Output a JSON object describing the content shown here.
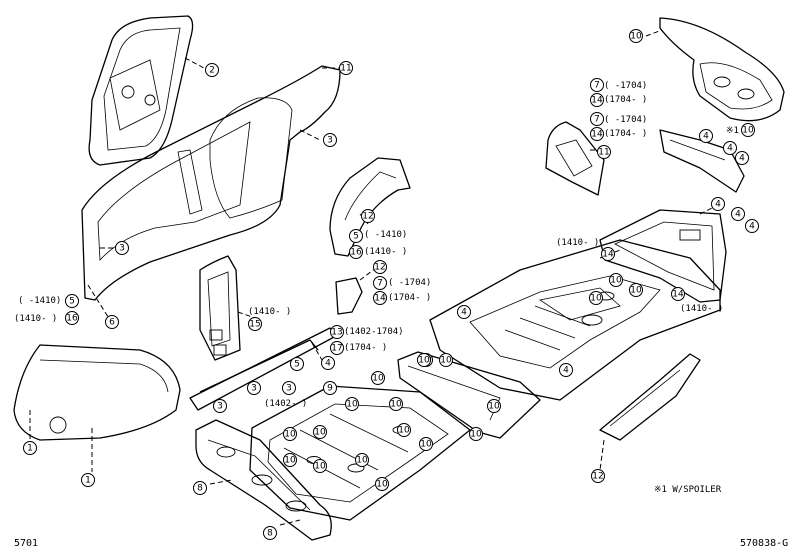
{
  "callouts": [
    {
      "id": "door-rear-panel",
      "num": "2"
    },
    {
      "id": "roof-side-rail",
      "num": "11"
    },
    {
      "id": "side-quarter-3a",
      "num": "3"
    },
    {
      "id": "side-lower-3b",
      "num": "3"
    },
    {
      "id": "side-6",
      "num": "6"
    },
    {
      "id": "side-5a",
      "num": "5"
    },
    {
      "id": "side-16a",
      "num": "16"
    },
    {
      "id": "pillar-15",
      "num": "15"
    },
    {
      "id": "pillar-12a",
      "num": "12"
    },
    {
      "id": "pillar-5b",
      "num": "5"
    },
    {
      "id": "pillar-16b",
      "num": "16"
    },
    {
      "id": "bracket-12b",
      "num": "12"
    },
    {
      "id": "bracket-7a",
      "num": "7"
    },
    {
      "id": "bracket-14a",
      "num": "14"
    },
    {
      "id": "sill-13",
      "num": "13"
    },
    {
      "id": "sill-17",
      "num": "17"
    },
    {
      "id": "sill-5c",
      "num": "5"
    },
    {
      "id": "sill-4a",
      "num": "4"
    },
    {
      "id": "sill-3c",
      "num": "3"
    },
    {
      "id": "sill-3d",
      "num": "3"
    },
    {
      "id": "sill-3e",
      "num": "3"
    },
    {
      "id": "hood-1a",
      "num": "1"
    },
    {
      "id": "hood-1b",
      "num": "1"
    },
    {
      "id": "floor-9",
      "num": "9"
    },
    {
      "id": "floor-10a",
      "num": "10"
    },
    {
      "id": "floor-10b",
      "num": "10"
    },
    {
      "id": "floor-10c",
      "num": "10"
    },
    {
      "id": "floor-10d",
      "num": "10"
    },
    {
      "id": "floor-10e",
      "num": "10"
    },
    {
      "id": "floor-10f",
      "num": "10"
    },
    {
      "id": "floor-10g",
      "num": "10"
    },
    {
      "id": "floor-10h",
      "num": "10"
    },
    {
      "id": "floor-10i",
      "num": "10"
    },
    {
      "id": "floor-10j",
      "num": "10"
    },
    {
      "id": "floor-10k",
      "num": "10"
    },
    {
      "id": "floor-10l",
      "num": "10"
    },
    {
      "id": "floor-10m",
      "num": "10"
    },
    {
      "id": "dash-8a",
      "num": "8"
    },
    {
      "id": "dash-8b",
      "num": "8"
    },
    {
      "id": "trunk-10",
      "num": "10"
    },
    {
      "id": "trunk-10w",
      "num": "10"
    },
    {
      "id": "rear-7a",
      "num": "7"
    },
    {
      "id": "rear-14a",
      "num": "14"
    },
    {
      "id": "rear-7b",
      "num": "7"
    },
    {
      "id": "rear-14b",
      "num": "14"
    },
    {
      "id": "rear-11",
      "num": "11"
    },
    {
      "id": "rear-4a",
      "num": "4"
    },
    {
      "id": "rear-4b",
      "num": "4"
    },
    {
      "id": "rear-4c",
      "num": "4"
    },
    {
      "id": "rear-4d",
      "num": "4"
    },
    {
      "id": "rear-4e",
      "num": "4"
    },
    {
      "id": "rear-4f",
      "num": "4"
    },
    {
      "id": "rear-14c",
      "num": "14"
    },
    {
      "id": "rear-14d",
      "num": "14"
    },
    {
      "id": "rear-10a",
      "num": "10"
    },
    {
      "id": "rear-10b",
      "num": "10"
    },
    {
      "id": "rear-10c",
      "num": "10"
    },
    {
      "id": "rear-10d",
      "num": "10"
    },
    {
      "id": "rear-10e",
      "num": "10"
    },
    {
      "id": "center-4",
      "num": "4"
    },
    {
      "id": "center-4b",
      "num": "4"
    },
    {
      "id": "center-10",
      "num": "10"
    },
    {
      "id": "rocker-12",
      "num": "12"
    }
  ],
  "labels": {
    "side_5_range": "(   -1410)",
    "side_16_range": "(1410-   )",
    "pillar_15_range": "(1410-   )",
    "pillar_5_range": "(   -1410)",
    "pillar_16_range": "(1410-   )",
    "bracket_7_range": "(   -1704)",
    "bracket_14_range": "(1704-   )",
    "sill_13_range": "(1402-1704)",
    "sill_17_range": "(1704-   )",
    "sill_3_range": "(1402-   )",
    "rear_7a_range": "(   -1704)",
    "rear_14a_range": "(1704-   )",
    "rear_7b_range": "(   -1704)",
    "rear_14b_range": "(1704-   )",
    "rear_top_range": "(1410-   )",
    "rear_low_range": "(1410-   )",
    "spoiler_mark": "※1",
    "footnote": "※1 W/SPOILER",
    "page_code": "5701",
    "drawing_code": "570838-G"
  }
}
